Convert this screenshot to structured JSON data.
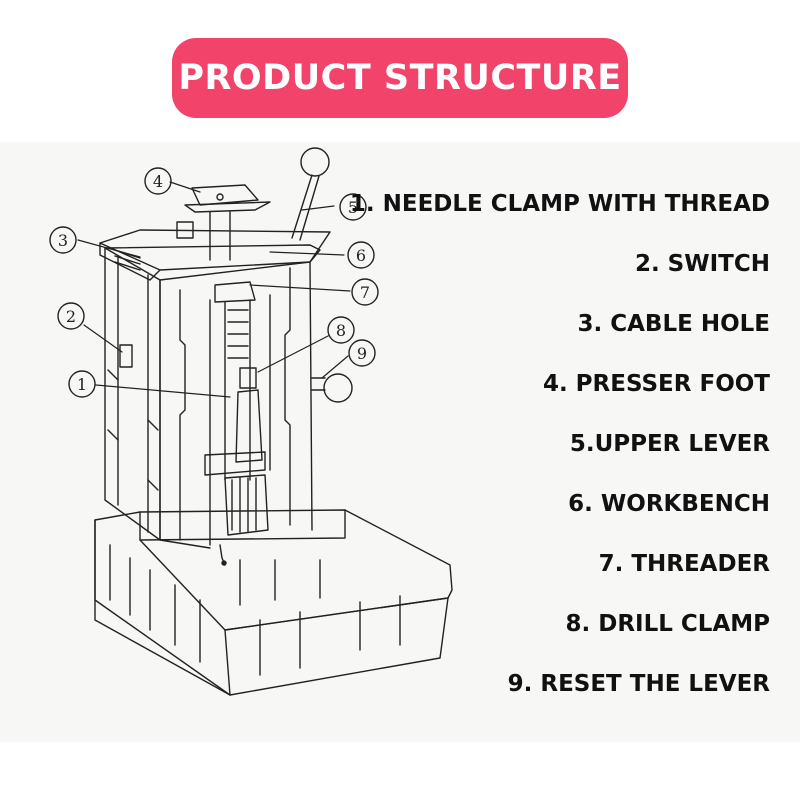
{
  "header": {
    "title": "PRODUCT STRUCTURE"
  },
  "diagram": {
    "callouts": [
      {
        "id": 1,
        "label": "①"
      },
      {
        "id": 2,
        "label": "②"
      },
      {
        "id": 3,
        "label": "③"
      },
      {
        "id": 4,
        "label": "④"
      },
      {
        "id": 5,
        "label": "⑤"
      },
      {
        "id": 6,
        "label": "⑥"
      },
      {
        "id": 7,
        "label": "⑦"
      },
      {
        "id": 8,
        "label": "⑧"
      },
      {
        "id": 9,
        "label": "⑨"
      }
    ]
  },
  "legend": {
    "items": [
      "1. NEEDLE CLAMP WITH THREAD",
      "2. SWITCH",
      "3. CABLE HOLE",
      "4. PRESSER FOOT",
      "5.UPPER LEVER",
      "6. WORKBENCH",
      "7. THREADER",
      "8. DRILL CLAMP",
      "9. RESET THE LEVER"
    ]
  },
  "colors": {
    "accent": "#f2436a",
    "line": "#222222",
    "paper": "#f7f7f5"
  }
}
